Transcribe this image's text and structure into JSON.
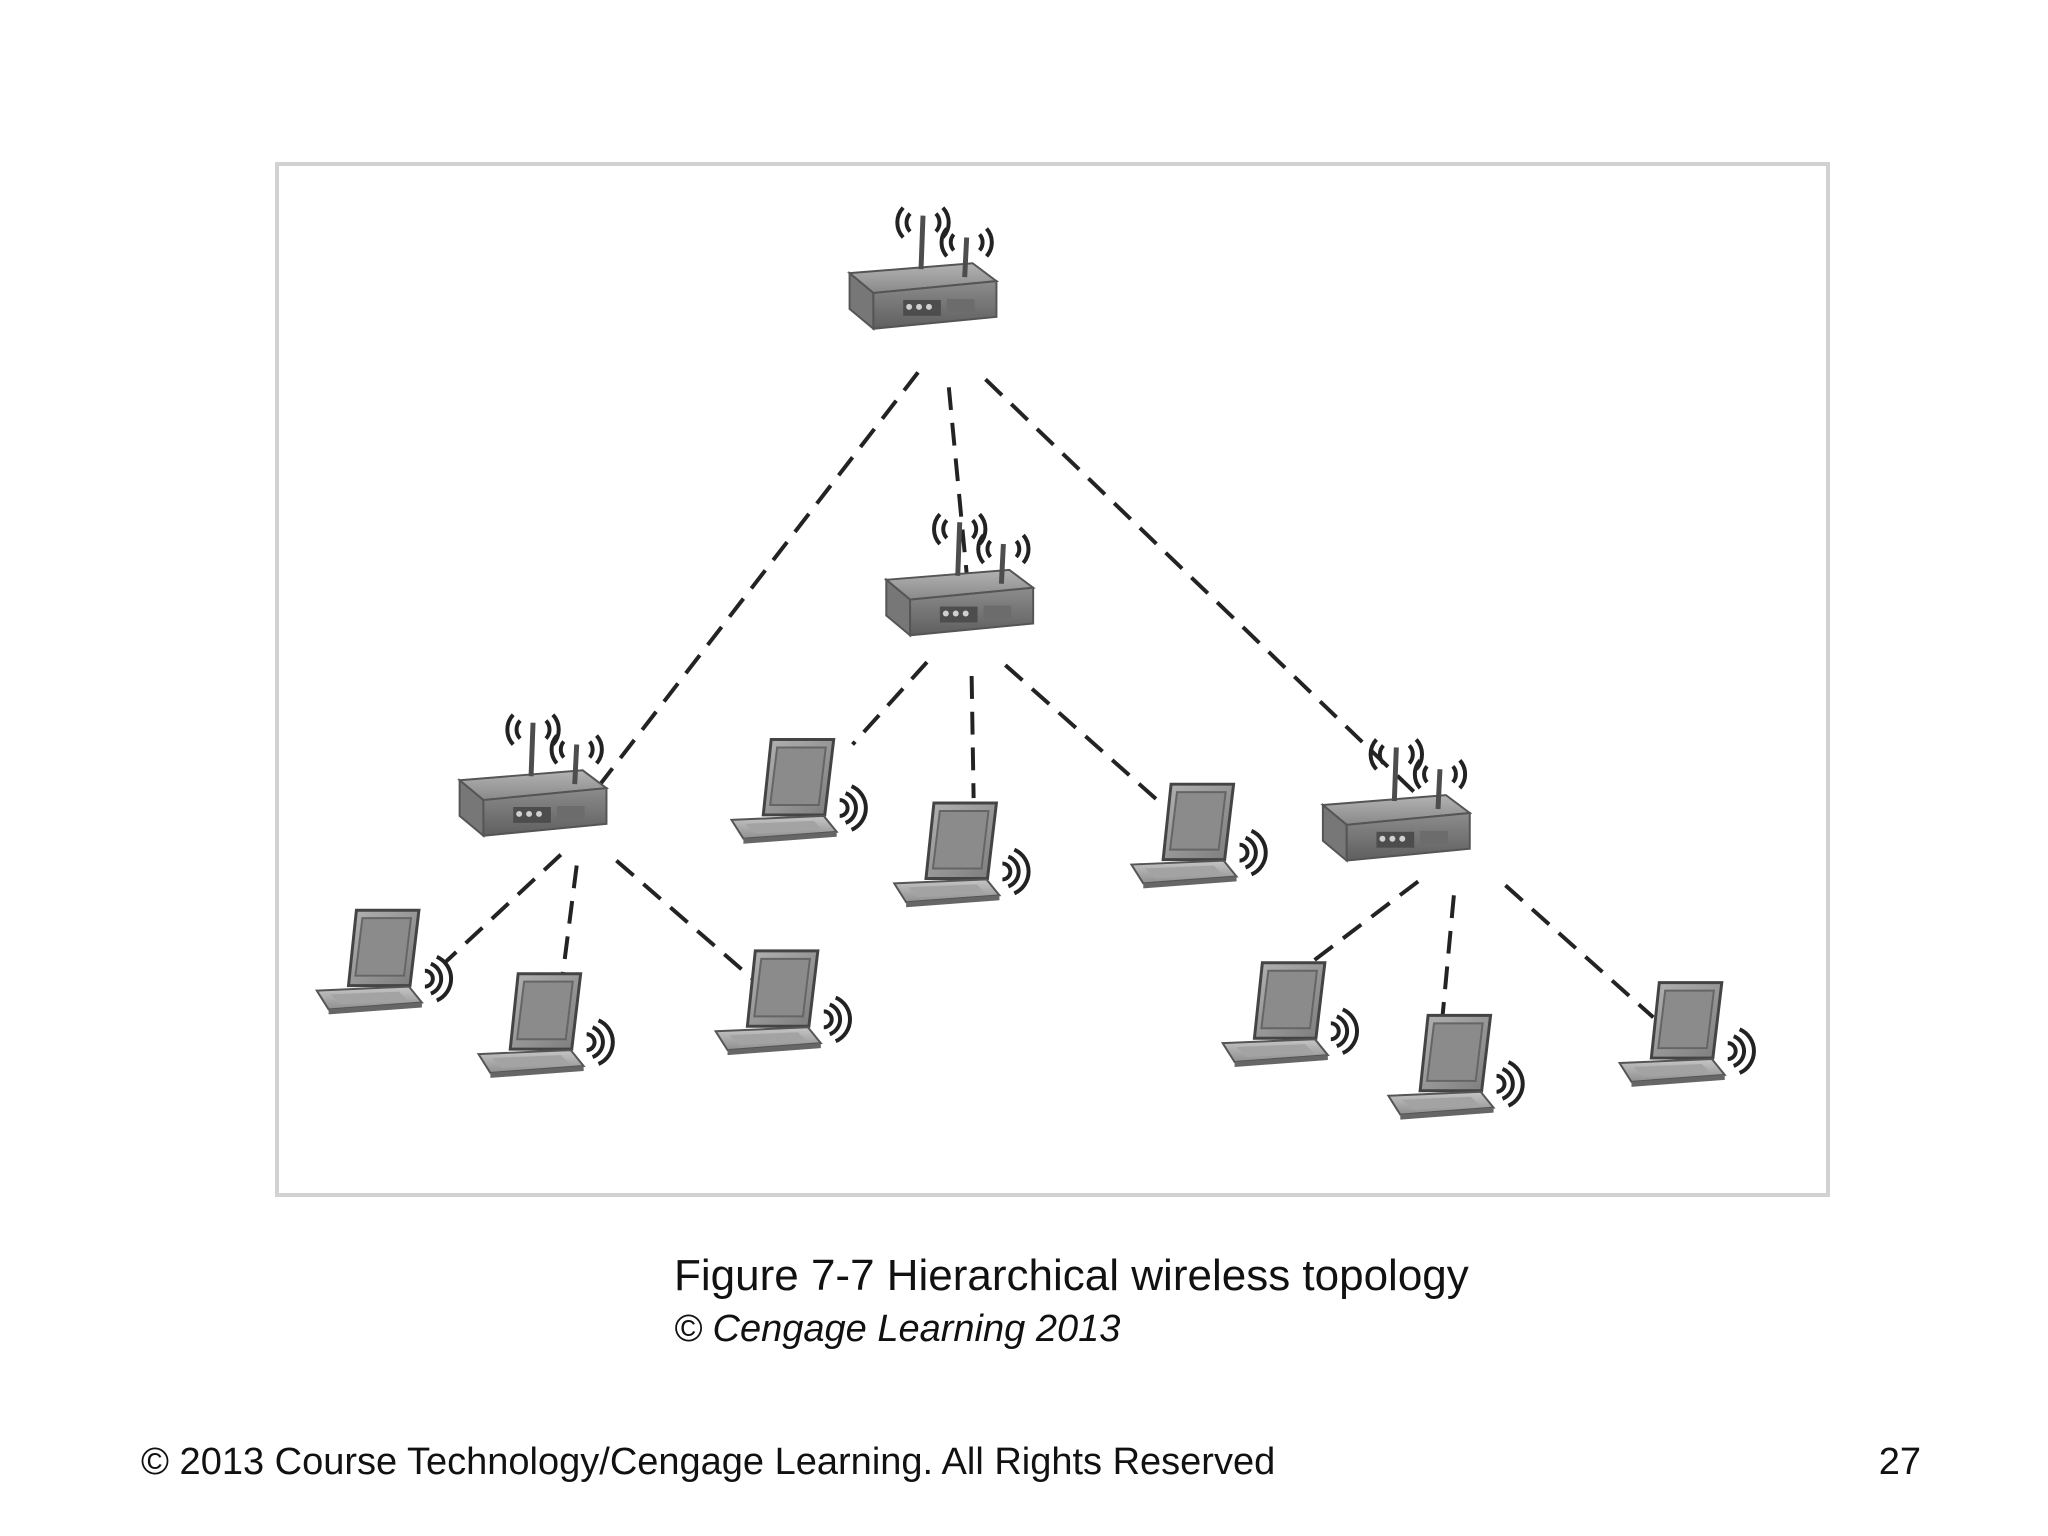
{
  "figure": {
    "caption": "Figure 7-7 Hierarchical wireless topology",
    "credit": "© Cengage Learning 2013"
  },
  "footer": {
    "copyright": "© 2013 Course Technology/Cengage Learning. All Rights Reserved",
    "page_number": "27"
  },
  "diagram": {
    "topology": "hierarchical",
    "root": "access-point",
    "access_points": [
      {
        "id": "ap-top",
        "children": [
          "ap-left",
          "ap-middle",
          "ap-right"
        ]
      },
      {
        "id": "ap-left",
        "children": [
          "laptop-l1",
          "laptop-l2",
          "laptop-l3"
        ]
      },
      {
        "id": "ap-middle",
        "children": [
          "laptop-m1",
          "laptop-m2",
          "laptop-m3"
        ]
      },
      {
        "id": "ap-right",
        "children": [
          "laptop-r1",
          "laptop-r2",
          "laptop-r3"
        ]
      }
    ],
    "link_style": "dashed",
    "colors": {
      "device_body": "#8d8d8d",
      "device_shadow": "#6f6f6f",
      "screen": "#9a9a9a",
      "line": "#222222",
      "frame": "#d2d2d2"
    }
  }
}
